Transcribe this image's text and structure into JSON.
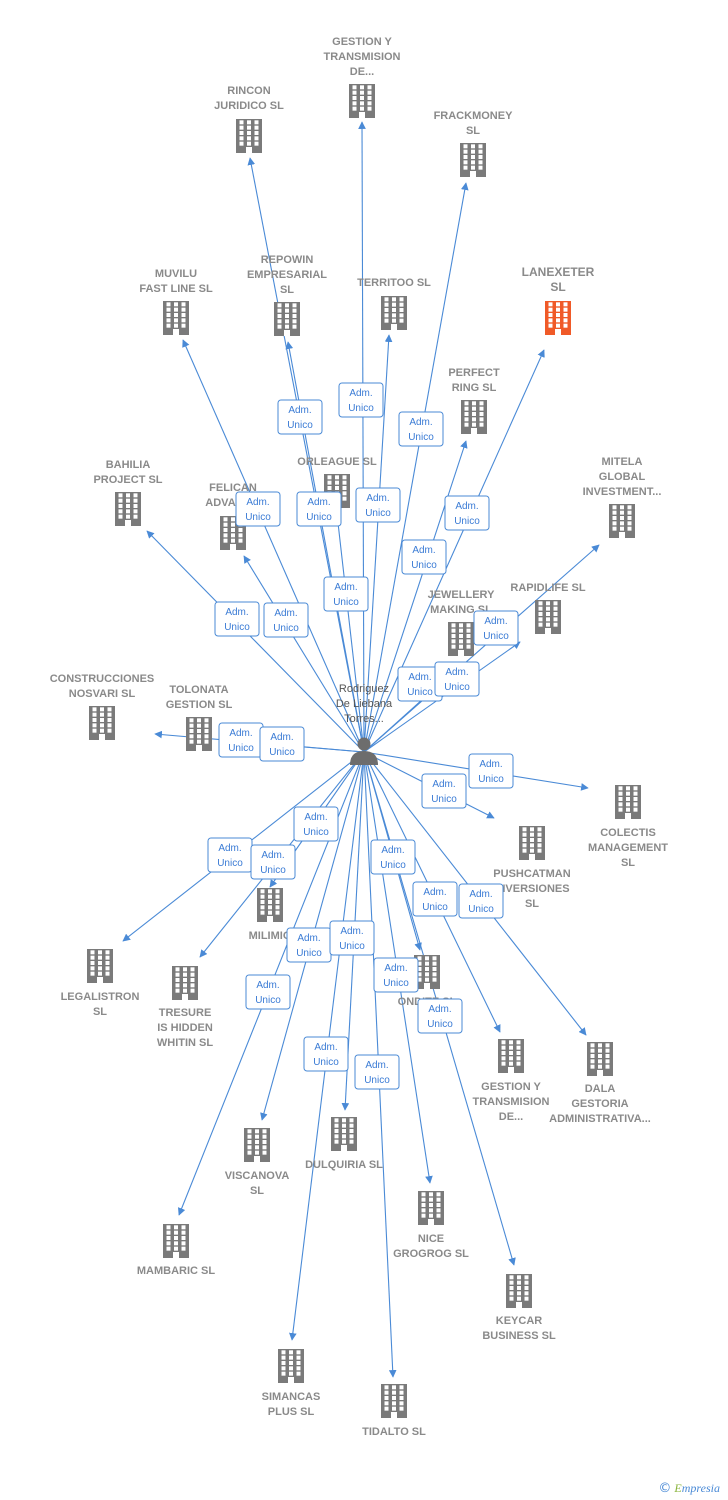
{
  "center": {
    "label_lines": [
      "Rodriguez",
      "De Liebana",
      "Torres..."
    ]
  },
  "edge_label_lines": [
    "Adm.",
    "Unico"
  ],
  "colors": {
    "edge": "#4a8ad6",
    "building": "#7a7a7a",
    "building_highlight": "#f05a28",
    "label": "#8a8a8a"
  },
  "nodes": [
    {
      "id": "gestion_top",
      "lines": [
        "GESTION Y",
        "TRANSMISION",
        "DE..."
      ],
      "highlight": false
    },
    {
      "id": "rincon",
      "lines": [
        "RINCON",
        "JURIDICO SL"
      ],
      "highlight": false
    },
    {
      "id": "frackmoney",
      "lines": [
        "FRACKMONEY",
        "SL"
      ],
      "highlight": false
    },
    {
      "id": "muvilu",
      "lines": [
        "MUVILU",
        "FAST LINE  SL"
      ],
      "highlight": false
    },
    {
      "id": "repowin",
      "lines": [
        "REPOWIN",
        "EMPRESARIAL",
        "SL"
      ],
      "highlight": false
    },
    {
      "id": "territoo",
      "lines": [
        "TERRITOO  SL"
      ],
      "highlight": false
    },
    {
      "id": "lanexeter",
      "lines": [
        "LANEXETER",
        "SL"
      ],
      "highlight": true
    },
    {
      "id": "perfect",
      "lines": [
        "PERFECT",
        "RING  SL"
      ],
      "highlight": false
    },
    {
      "id": "bahilia",
      "lines": [
        "BAHILIA",
        "PROJECT  SL"
      ],
      "highlight": false
    },
    {
      "id": "felican",
      "lines": [
        "FELICAN",
        "ADVANC..."
      ],
      "highlight": false
    },
    {
      "id": "orleague",
      "lines": [
        "ORLEAGUE  SL"
      ],
      "highlight": false
    },
    {
      "id": "mitela",
      "lines": [
        "MITELA",
        "GLOBAL",
        "INVESTMENT..."
      ],
      "highlight": false
    },
    {
      "id": "rapidlife",
      "lines": [
        "RAPIDLIFE  SL"
      ],
      "highlight": false
    },
    {
      "id": "jewellery",
      "lines": [
        "JEWELLERY",
        "MAKING  SL"
      ],
      "highlight": false
    },
    {
      "id": "construcciones",
      "lines": [
        "CONSTRUCCIONES",
        "NOSVARI SL"
      ],
      "highlight": false
    },
    {
      "id": "tolonata",
      "lines": [
        "TOLONATA",
        "GESTION  SL"
      ],
      "highlight": false
    },
    {
      "id": "colectis",
      "lines": [
        "COLECTIS",
        "MANAGEMENT",
        "SL"
      ],
      "highlight": false
    },
    {
      "id": "pushcatman",
      "lines": [
        "PUSHCATMAN",
        "INVERSIONES",
        "SL"
      ],
      "highlight": false
    },
    {
      "id": "milimig",
      "lines": [
        "MILIMIG"
      ],
      "highlight": false
    },
    {
      "id": "legalistron",
      "lines": [
        "LEGALISTRON",
        "SL"
      ],
      "highlight": false
    },
    {
      "id": "tresure",
      "lines": [
        "TRESURE",
        "IS HIDDEN",
        "WHITIN  SL"
      ],
      "highlight": false
    },
    {
      "id": "ondite",
      "lines": [
        "ONDITE  SL"
      ],
      "highlight": false
    },
    {
      "id": "gestion_bot",
      "lines": [
        "GESTION Y",
        "TRANSMISION",
        "DE..."
      ],
      "highlight": false
    },
    {
      "id": "dala",
      "lines": [
        "DALA",
        "GESTORIA",
        "ADMINISTRATIVA..."
      ],
      "highlight": false
    },
    {
      "id": "viscanova",
      "lines": [
        "VISCANOVA",
        "SL"
      ],
      "highlight": false
    },
    {
      "id": "dulquiria",
      "lines": [
        "DULQUIRIA  SL"
      ],
      "highlight": false
    },
    {
      "id": "nice",
      "lines": [
        "NICE",
        "GROGROG  SL"
      ],
      "highlight": false
    },
    {
      "id": "mambaric",
      "lines": [
        "MAMBARIC  SL"
      ],
      "highlight": false
    },
    {
      "id": "keycar",
      "lines": [
        "KEYCAR",
        "BUSINESS  SL"
      ],
      "highlight": false
    },
    {
      "id": "simancas",
      "lines": [
        "SIMANCAS",
        "PLUS  SL"
      ],
      "highlight": false
    },
    {
      "id": "tidalto",
      "lines": [
        "TIDALTO  SL"
      ],
      "highlight": false
    }
  ],
  "footer": {
    "symbol": "©",
    "brand_initial": "E",
    "brand_rest": "mpresia"
  }
}
